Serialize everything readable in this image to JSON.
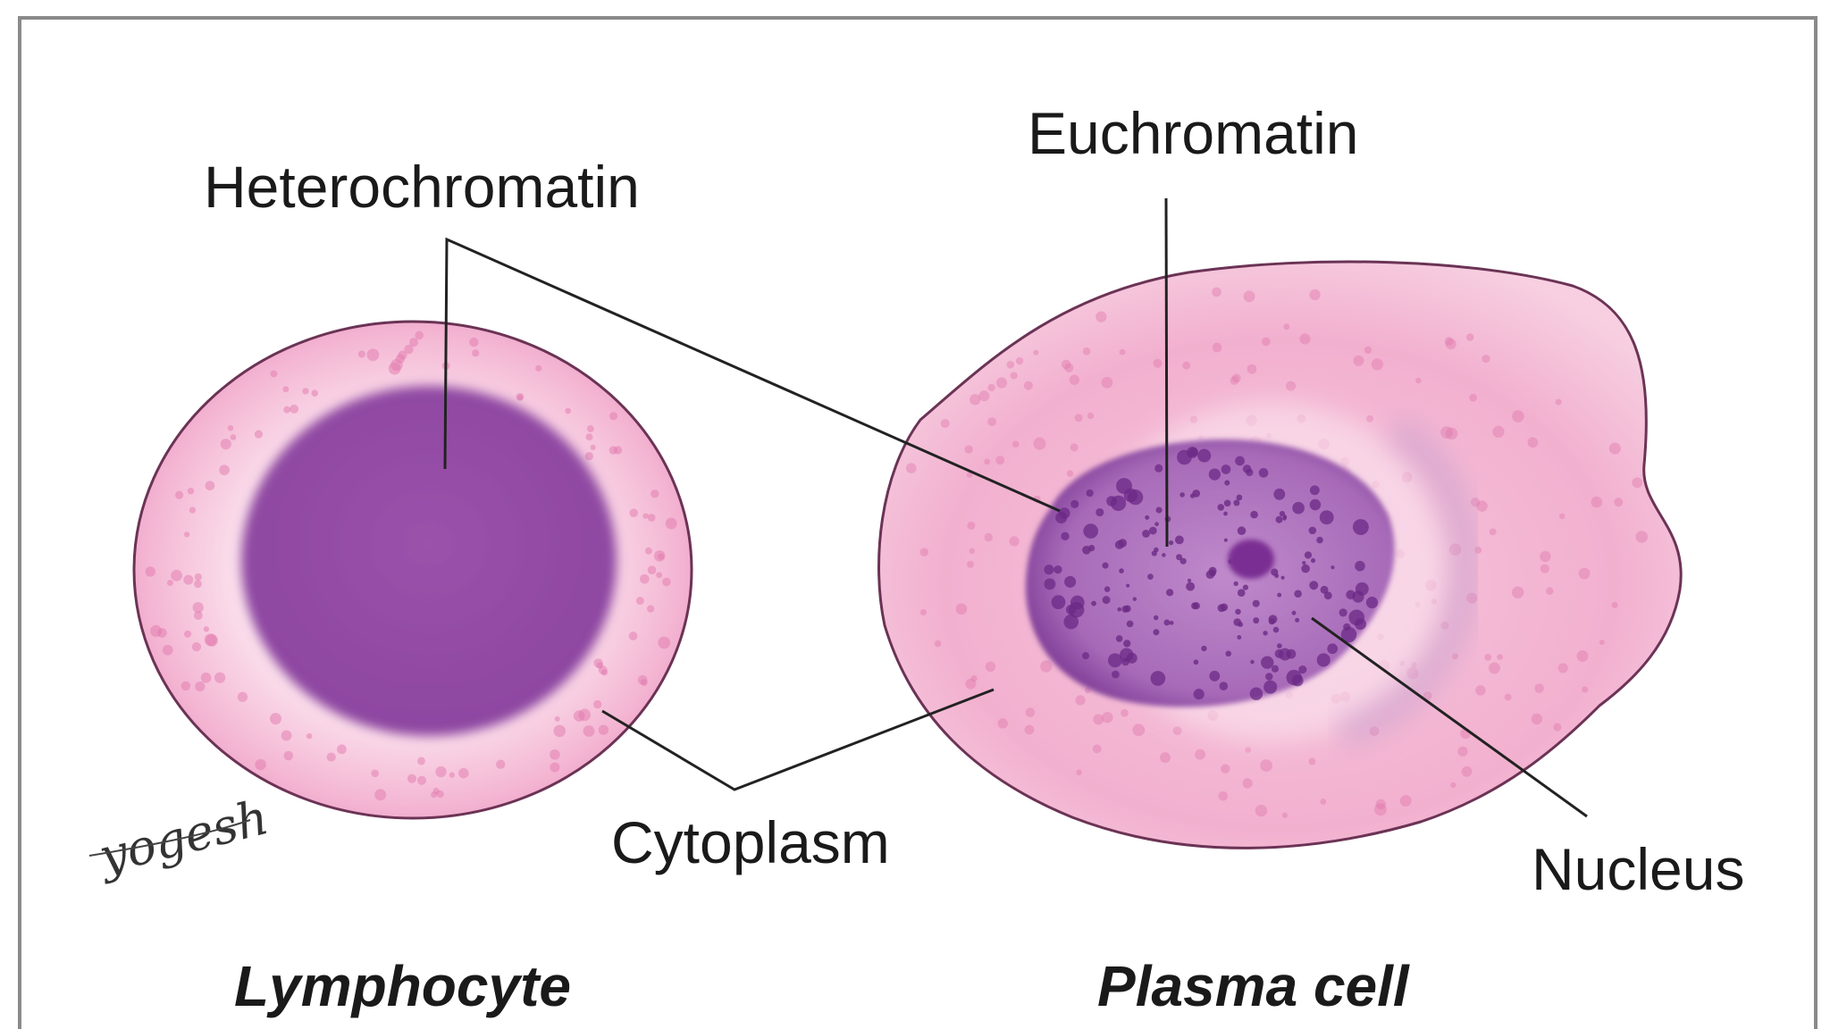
{
  "labels": {
    "heterochromatin": "Heterochromatin",
    "euchromatin": "Euchromatin",
    "cytoplasm": "Cytoplasm",
    "nucleus": "Nucleus"
  },
  "captions": {
    "lymphocyte": "Lymphocyte",
    "plasma_cell": "Plasma cell"
  },
  "signature": "yogesh",
  "colors": {
    "cytoplasm": "#f2b3d2",
    "cytoplasm_light": "#fbe1ee",
    "cell_outline": "#6b3355",
    "nucleus_dark": "#964aa8",
    "nucleus_light": "#b77cc4",
    "chromatin_dots": "#6b2a85",
    "leader_line": "#222222",
    "frame": "#8a8a8a"
  }
}
